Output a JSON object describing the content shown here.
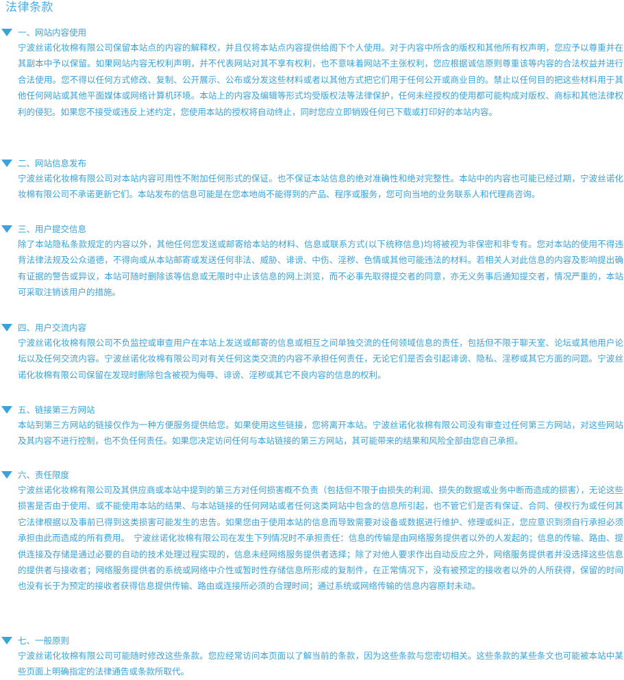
{
  "page": {
    "title": "法律条款"
  },
  "sections": [
    {
      "heading": "一、网站内容使用",
      "body": "宁波丝诺化妆棉有限公司保留本站点的内容的解释权，并且仅将本站点内容提供给阁下个人使用。对于内容中所含的版权和其他所有权声明，您应予以尊重并在其副本中予以保留。如果网站内容无权利声明，并不代表网站对其不享有权利，也不意味着网站不主张权利，您应根据诚信原则尊重该等内容的合法权益并进行合法使用。您不得以任何方式修改、复制、公开展示、公布或分发这些材料或者以其他方式把它们用于任何公开或商业目的。禁止以任何目的把这些材料用于其他任何网站或其他平面媒体或网络计算机环境。本站上的内容及编辑等形式均受版权法等法律保护，任何未经授权的使用都可能构成对版权、商标和其他法律权利的侵犯。如果您不接受或违反上述约定，您使用本站的授权将自动终止，同时您应立即销毁任何已下载或打印好的本站内容。"
    },
    {
      "heading": "二、网站信息发布",
      "body": "宁波丝诺化妆棉有限公司对本站内容可用性不附加任何形式的保证。也不保证本站信息的绝对准确性和绝对完整性。本站中的内容也可能已经过期，宁波丝诺化妆棉有限公司不承诺更新它们。本站发布的信息可能是在您本地尚不能得到的产品、程序或服务，您可向当地的业务联系人和代理商咨询。"
    },
    {
      "heading": "三、用户提交信息",
      "body": "除了本站隐私条款规定的内容以外，其他任何您发送或邮寄给本站的材料、信息或联系方式(以下统称信息)均将被视为非保密和非专有。您对本站的使用不得违背法律法规及公众道德，不得向或从本站邮寄或发送任何非法、威胁、诽谤、中伤、淫秽、色情或其他可能违法的材料。若相关人对此信息的内容及影响提出确有证据的警告或异议，本站可随时删除该等信息或无限时中止该信息的网上浏览，而不必事先取得提交者的同意，亦无义务事后通知提交者，情况严重的，本站可采取注销该用户的措施。"
    },
    {
      "heading": "四、用户交流内容",
      "body": "宁波丝诺化妆棉有限公司不负监控或审查用户在本站上发送或邮寄的信息或相互之间单独交流的任何领域信息的责任，包括但不限于聊天室、论坛或其他用户论坛以及任何交流内容。宁波丝诺化妆棉有限公司对有关任何这类交流的内容不承担任何责任，无论它们是否会引起诽谤、隐私、淫秽或其它方面的问题。宁波丝诺化妆棉有限公司保留在发现时删除包含被视为侮辱、诽谤、淫秽或其它不良内容的信息的权利。"
    },
    {
      "heading": "五、链接第三方网站",
      "body": "本站到第三方网站的链接仅作为一种方便服务提供给您。如果使用这些链接，您将离开本站。宁波丝诺化妆棉有限公司没有审查过任何第三方网站，对这些网站及其内容不进行控制，也不负任何责任。如果您决定访问任何与本站链接的第三方网站，其可能带来的结果和风险全部由您自己承担。"
    },
    {
      "heading": "六、责任限度",
      "body": "宁波丝诺化妆棉有限公司及其供应商或本站中提到的第三方对任何损害概不负责（包括但不限于由损失的利润、损失的数据或业务中断而造成的损害），无论这些损害是否由于使用、或不能使用本站的结果、与本站链接的任何网站或者任何这类网站中包含的信息所引起，也不管它们是否有保证、合同、侵权行为或任何其它法律根据以及事前已得到这类损害可能发生的忠告。如果您由于使用本站的信息而导致需要对设备或数据进行维护、修理或纠正，您应意识到须自行承担必须承担由此而造成的所有费用。　宁波丝诺化妆棉有限公司在发生下列情况时不承担责任：信息的传输是由网络服务提供者以外的人发起的；信息的传输、路由、提供连接及存储是通过必要的自动的技术处理过程实现的，信息未经网络服务提供者选择；除了对他人要求作出自动反应之外，网络服务提供者并没选择这些信息的提供者与接收者；网络服务提供者的系统或网络中介性或暂时性存储信息所形成的复制件，在正常情况下，没有被预定的接收者以外的人所获得，保留的时间也没有长于为预定的接收者获得信息提供传输、路由或连接所必须的合理时间；通过系统或网络传输的信息内容原封未动。"
    },
    {
      "heading": "七、一般原则",
      "body": "宁波丝诺化妆棉有限公司可能随时修改这些条款。您应经常访问本页面以了解当前的条款，因为这些条款与您密切相关。这些条款的某些条文也可能被本站中某些页面上明确指定的法律通告或条款所取代。"
    }
  ],
  "colors": {
    "text": "#3aa3dc",
    "title": "#4aaee4",
    "background": "#ffffff"
  }
}
